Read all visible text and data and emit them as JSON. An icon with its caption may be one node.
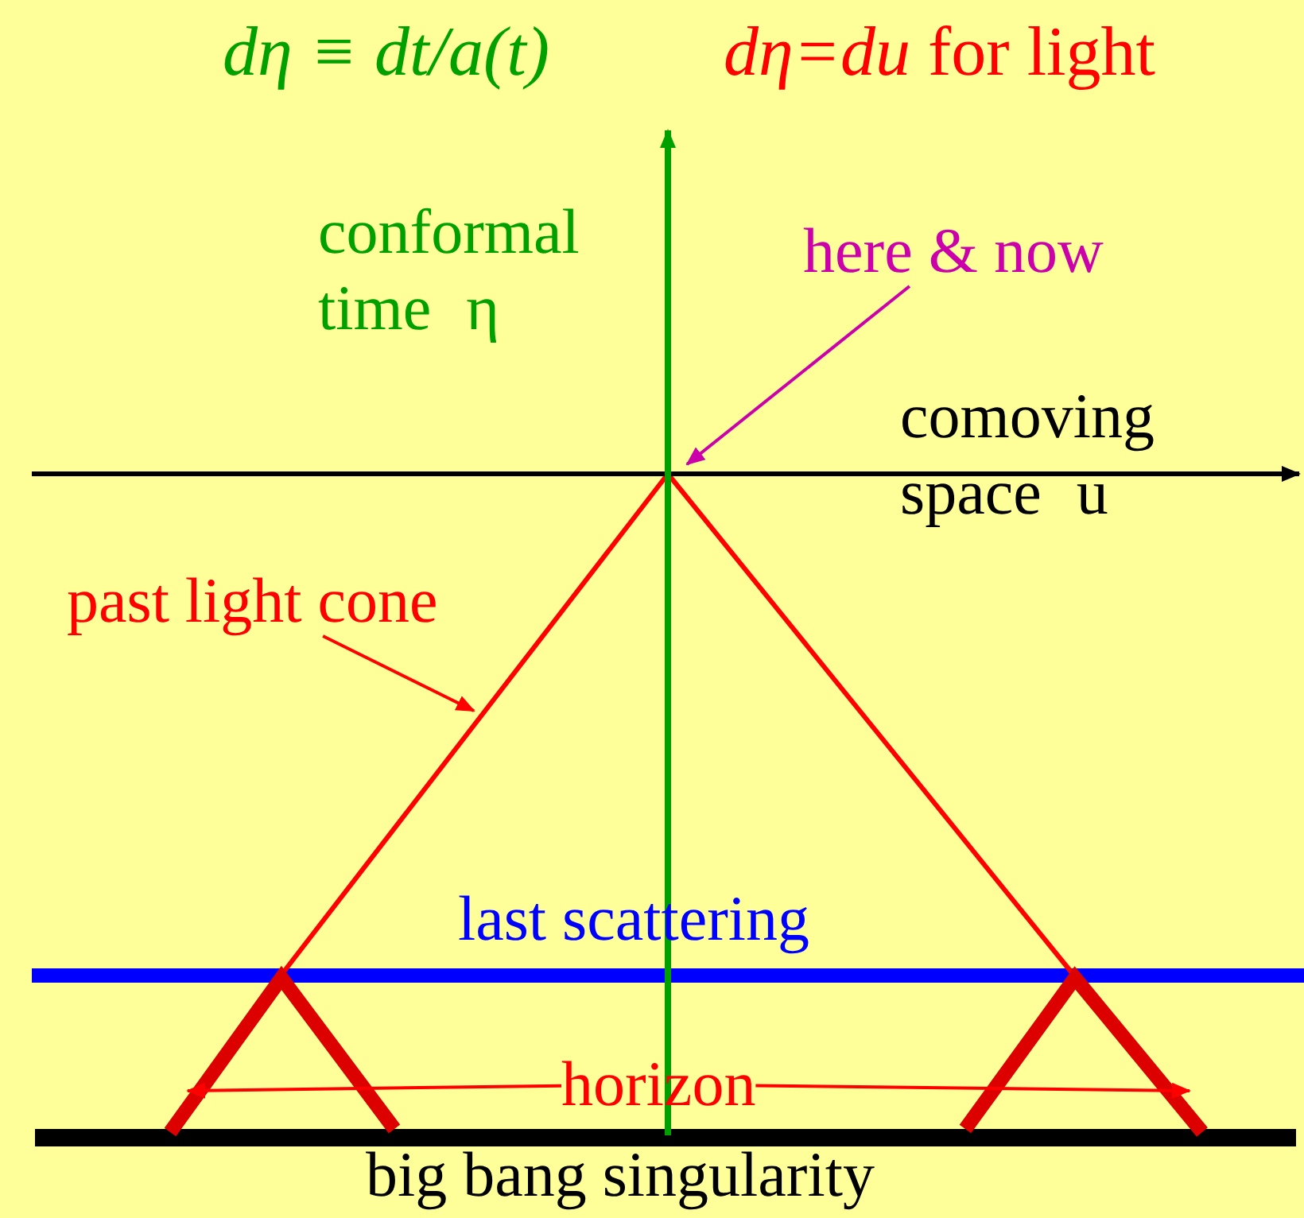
{
  "diagram": {
    "nodes": [
      {
        "text": [
          "here & now"
        ]
      },
      {
        "text": [
          "past light cone"
        ]
      },
      {
        "text": [
          "horizon"
        ]
      }
    ],
    "edges": [
      {
        "from": 0,
        "to": null,
        "arrow": "to",
        "color": "#cc00aa"
      },
      {
        "from": 1,
        "to": null,
        "arrow": "to"
      },
      {
        "from": 2,
        "to": null,
        "arrow": "to"
      },
      {
        "from": 2,
        "to": null,
        "arrow": "to"
      }
    ],
    "labels": [
      "dη ≡ dt/a(t)",
      "*dη=du* for light",
      "conformal time η",
      "comoving space u",
      "last scattering",
      "big bang singularity"
    ]
  }
}
